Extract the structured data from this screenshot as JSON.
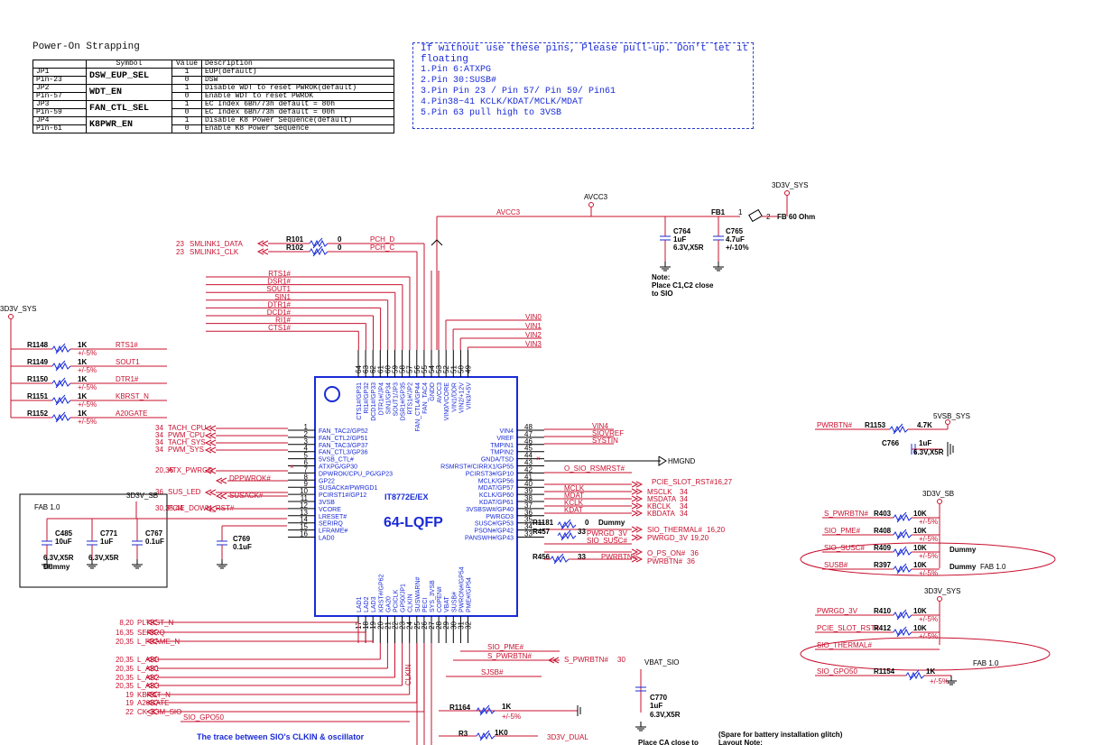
{
  "strapping": {
    "title": "Power-On Strapping",
    "headers": [
      "",
      "Symbol",
      "Value",
      "Description"
    ],
    "rows": [
      {
        "jp": "JP1",
        "pin": "Pin-23",
        "symbol": "DSW_EUP_SEL",
        "v1": "1",
        "d1": "EUP(default)",
        "v2": "0",
        "d2": "DSW"
      },
      {
        "jp": "JP2",
        "pin": "Pin-57",
        "symbol": "WDT_EN",
        "v1": "1",
        "d1": "Disable WDT to reset PWROK(default)",
        "v2": "0",
        "d2": "Enable WDT to reset PWROK"
      },
      {
        "jp": "JP3",
        "pin": "Pin-59",
        "symbol": "FAN_CTL_SEL",
        "v1": "1",
        "d1": "EC Index 6Bh/73h default = 80h",
        "v2": "0",
        "d2": "EC Index 6Bh/73h default = 00h"
      },
      {
        "jp": "JP4",
        "pin": "Pin-61",
        "symbol": "K8PWR_EN",
        "v1": "1",
        "d1": "Disable K8 Power Sequence(default)",
        "v2": "0",
        "d2": "Enable K8 Power Sequence"
      }
    ]
  },
  "note": {
    "head": "If without use these pins, Please pull-up. Don't let it floating",
    "lines": [
      "1.Pin 6:ATXPG",
      "2.Pin 30:SUSB#",
      "3.Pin Pin 23 / Pin 57/ Pin 59/ Pin61",
      "4.Pin38~41 KCLK/KDAT/MCLK/MDAT",
      "5.Pin 63 pull high to 3VSB"
    ]
  },
  "chip": {
    "part": "IT8772E/EX",
    "package": "64-LQFP",
    "left_pins": [
      {
        "n": "1",
        "name": "FAN_TAC2/GP52"
      },
      {
        "n": "2",
        "name": "FAN_CTL2/GP51"
      },
      {
        "n": "3",
        "name": "FAN_TAC3/GP37"
      },
      {
        "n": "4",
        "name": "FAN_CTL3/GP36"
      },
      {
        "n": "5",
        "name": "5VSB_CTL#"
      },
      {
        "n": "6",
        "name": "ATXPG/GP30"
      },
      {
        "n": "7",
        "name": "DPWROK/CPU_PG/GP23"
      },
      {
        "n": "8",
        "name": "GP22"
      },
      {
        "n": "9",
        "name": "SUSACK#/PWRGD1"
      },
      {
        "n": "10",
        "name": "PCIRST1#/GP12"
      },
      {
        "n": "11",
        "name": "3VSB"
      },
      {
        "n": "12",
        "name": "VCORE"
      },
      {
        "n": "13",
        "name": "LRESET#"
      },
      {
        "n": "14",
        "name": "SERIRQ"
      },
      {
        "n": "15",
        "name": "LFRAME#"
      },
      {
        "n": "16",
        "name": "LAD0"
      }
    ],
    "right_pins": [
      {
        "n": "48",
        "name": "VIN4"
      },
      {
        "n": "47",
        "name": "VREF"
      },
      {
        "n": "46",
        "name": "TMPIN1"
      },
      {
        "n": "45",
        "name": "TMPIN2"
      },
      {
        "n": "44",
        "name": "GNDA/TSD"
      },
      {
        "n": "43",
        "name": "RSMRST#/CIRRX1/GP55"
      },
      {
        "n": "42",
        "name": "PCIRST3#/GP10"
      },
      {
        "n": "41",
        "name": "MCLK/GP56"
      },
      {
        "n": "40",
        "name": "MDAT/GP57"
      },
      {
        "n": "39",
        "name": "KCLK/GP60"
      },
      {
        "n": "38",
        "name": "KDAT/GP61"
      },
      {
        "n": "37",
        "name": "3VSBSW#/GP40"
      },
      {
        "n": "36",
        "name": "PWRGD3"
      },
      {
        "n": "35",
        "name": "SUSC#/GP53"
      },
      {
        "n": "34",
        "name": "PSON#/GP42"
      },
      {
        "n": "33",
        "name": "PANSWH#/GP43"
      }
    ],
    "top_pins": [
      {
        "n": "64",
        "name": "CTS1#/GP31"
      },
      {
        "n": "63",
        "name": "RI1#/GP32"
      },
      {
        "n": "62",
        "name": "DCD1#/GP33"
      },
      {
        "n": "61",
        "name": "DTR1#/JP4"
      },
      {
        "n": "60",
        "name": "SIN1/GP34"
      },
      {
        "n": "59",
        "name": "SOUT1/JP3"
      },
      {
        "n": "58",
        "name": "DSR1#/GP35"
      },
      {
        "n": "57",
        "name": "RTS1#/JP2"
      },
      {
        "n": "56",
        "name": "FAN_CTL4/GP44"
      },
      {
        "n": "55",
        "name": "FAN_TAC4"
      },
      {
        "n": "54",
        "name": "GNDD"
      },
      {
        "n": "53",
        "name": "AVCC3"
      },
      {
        "n": "52",
        "name": "VIN0/VCORE"
      },
      {
        "n": "51",
        "name": "VIN1/DDR"
      },
      {
        "n": "50",
        "name": "VIN2/+12V"
      },
      {
        "n": "49",
        "name": "VIN3/+5V"
      }
    ],
    "bottom_pins": [
      {
        "n": "17",
        "name": "LAD1"
      },
      {
        "n": "18",
        "name": "LAD2"
      },
      {
        "n": "19",
        "name": "LAD3"
      },
      {
        "n": "20",
        "name": "KRST#/GP62"
      },
      {
        "n": "21",
        "name": "GA20"
      },
      {
        "n": "22",
        "name": "PCICLK"
      },
      {
        "n": "23",
        "name": "GP50/JP1"
      },
      {
        "n": "24",
        "name": "CLKIN"
      },
      {
        "n": "25",
        "name": "SUSWARN#"
      },
      {
        "n": "26",
        "name": "PECI"
      },
      {
        "n": "27",
        "name": "SYS_3VSB"
      },
      {
        "n": "28",
        "name": "COPEN#"
      },
      {
        "n": "29",
        "name": "VBAT"
      },
      {
        "n": "30",
        "name": "SUSB#"
      },
      {
        "n": "31",
        "name": "PWRON#/GP54"
      },
      {
        "n": "32",
        "name": "PME#/GP54"
      }
    ]
  },
  "labels": {
    "avcc3_top": "AVCC3",
    "avcc3_net": "AVCC3",
    "fb1": "FB1",
    "fb1_pins": "1",
    "fb1_pin2": "2",
    "fb_val": "FB 60 Ohm",
    "pwr_3d3v_sys": "3D3V_SYS",
    "c764": "C764",
    "c764_val": "1uF",
    "c764_spec": "6.3V,X5R",
    "c765": "C765",
    "c765_val": "4.7uF",
    "c765_tol": "+/-10%",
    "note_place": "Note:",
    "note_place2": "Place C1,C2 close",
    "note_place3": "to SIO",
    "smlink1_data": "SMLINK1_DATA",
    "smlink1_clk": "SMLINK1_CLK",
    "smlink_ref": "23",
    "r101": "R101",
    "r102": "R102",
    "r_zero": "0",
    "pch_d": "PCH_D",
    "pch_c": "PCH_C",
    "rts1": "RTS1#",
    "dsr1": "DSR1#",
    "sout1": "SOUT1",
    "sin1": "SIN1",
    "dtr1": "DTR1#",
    "dcd1": "DCD1#",
    "ri1": "RI1#",
    "cts1": "CTS1#",
    "vin0": "VIN0",
    "vin1": "VIN1",
    "vin2": "VIN2",
    "vin3": "VIN3",
    "left_3d3v": "3D3V_SYS",
    "pullups": [
      {
        "ref": "R1148",
        "val": "1K",
        "tol": "+/-5%",
        "net": "RTS1#"
      },
      {
        "ref": "R1149",
        "val": "1K",
        "tol": "+/-5%",
        "net": "SOUT1"
      },
      {
        "ref": "R1150",
        "val": "1K",
        "tol": "+/-5%",
        "net": "DTR1#"
      },
      {
        "ref": "R1151",
        "val": "1K",
        "tol": "+/-5%",
        "net": "KBRST_N"
      },
      {
        "ref": "R1152",
        "val": "1K",
        "tol": "+/-5%",
        "net": "A20GATE"
      }
    ],
    "left_nets": [
      {
        "ref": "34",
        "net": "TACH_CPU"
      },
      {
        "ref": "34",
        "net": "PWM_CPU"
      },
      {
        "ref": "34",
        "net": "TACH_SYS"
      },
      {
        "ref": "34",
        "net": "PWM_SYS"
      },
      {
        "ref": "20,36",
        "net": "ATX_PWRGD"
      },
      {
        "ref": "36",
        "net": "SUS_LED"
      },
      {
        "ref": "30,35,44",
        "net": "PCIE_DOWN_RST#"
      }
    ],
    "dpwrok": "DPPWROK#",
    "susack": "SUSACK#",
    "fab_label": "FAB 1.0",
    "fab_pwr": "3D3V_SB",
    "c485": "C485",
    "c485_val": "10uF",
    "c485_spec": "6.3V,X5R",
    "c485_dummy": "Dummy",
    "c771": "C771",
    "c771_val": "1uF",
    "c771_spec": "6.3V,X5R",
    "c767": "C767",
    "c767_val": "0.1uF",
    "c769": "C769",
    "c769_val": "0.1uF",
    "right_nets": [
      {
        "net": "VIN4"
      },
      {
        "net": "SIOVREF"
      },
      {
        "net": "SYSTIN"
      }
    ],
    "hmgnd": "HMGND",
    "o_sio_rsmrst": "O_SIO_RSMRST#",
    "pcie_slot_rst": "PCIE_SLOT_RST#",
    "pcie_slot_ref": "16,27",
    "mclk": "MCLK",
    "mdat": "MDAT",
    "kclk": "KCLK",
    "kdat": "KDAT",
    "msclk": "MSCLK",
    "msdata": "MSDATA",
    "kbclk": "KBCLK",
    "kbdata": "KBDATA",
    "ps2_ref": "34",
    "r1181": "R1181",
    "r1181_val": "0",
    "dummy": "Dummy",
    "sio_thermal": "SIO_THERMAL#",
    "sio_thermal_ref": "16,20",
    "r457": "R457",
    "r_33": "33",
    "pwrgd_3v": "PWRGD_3V",
    "pwrgd_ref": "19,20",
    "sio_susc": "SIO_SUSC#",
    "o_ps_on": "O_PS_ON#",
    "o_ps_ref": "36",
    "r456": "R456",
    "pwrbtn": "PWRBTN#",
    "pwrbtn_ref": "36",
    "bottom_left_nets": [
      {
        "ref": "8,20",
        "net": "PLTRST_N"
      },
      {
        "ref": "16,35",
        "net": "SERIRQ"
      },
      {
        "ref": "20,35",
        "net": "L_FRAME_N"
      },
      {
        "ref": "20,35",
        "net": "L_AD0"
      },
      {
        "ref": "20,35",
        "net": "L_AD1"
      },
      {
        "ref": "20,35",
        "net": "L_AD2"
      },
      {
        "ref": "20,35",
        "net": "L_AD3"
      },
      {
        "ref": "19",
        "net": "KBRST_N"
      },
      {
        "ref": "19",
        "net": "A20GATE"
      },
      {
        "ref": "22",
        "net": "CK_33M_SIO"
      }
    ],
    "sio_gpo50": "SIO_GPO50",
    "clkin": "CLKIN",
    "sio_pme": "SIO_PME#",
    "s_pwrbtn": "S_PWRBTN#",
    "s_pwrbtn2": "S_PWRBTN#",
    "s_pwrbtn_ref": "30",
    "sjsb": "SJSB#",
    "vbat_sio": "VBAT_SIO",
    "r1164": "R1164",
    "r1164_val": "1K",
    "r1164_tol": "+/-5%",
    "c770": "C770",
    "c770_val": "1uF",
    "c770_spec": "6.3V,X5R",
    "r3": "R3",
    "r3_val": "1K0",
    "dual": "3D3V_DUAL",
    "trace_note": "The trace between SIO's CLKIN & oscillator",
    "place_ca": "Place CA close to",
    "spare_note": "(Spare for battery installation glitch)",
    "layout_note": "Layout Note:",
    "pwrbtn_r": "PWRBTN#",
    "r1153": "R1153",
    "r1153_val": "4.7K",
    "p5vsb": "5VSB_SYS",
    "c766": "C766",
    "c766_val": "1uF",
    "c766_spec": "6.3V,X5R",
    "sb_pwr": "3D3V_SB",
    "sb_pulls": [
      {
        "net": "S_PWRBTN#",
        "ref": "R403",
        "val": "10K",
        "tol": "+/-5%"
      },
      {
        "net": "SIO_PME#",
        "ref": "R408",
        "val": "10K",
        "tol": "+/-5%"
      },
      {
        "net": "SIO_SUSC#",
        "ref": "R409",
        "val": "10K",
        "tol": "+/-5%"
      },
      {
        "net": "SUSB#",
        "ref": "R397",
        "val": "10K",
        "tol": "+/-5%"
      }
    ],
    "dummy_r": "Dummy",
    "dummy_fab": "Dummy",
    "fab_right": "FAB 1.0",
    "sys_pwr2": "3D3V_SYS",
    "sys_pulls": [
      {
        "net": "PWRGD_3V",
        "ref": "R410",
        "val": "10K",
        "tol": "+/-5%"
      },
      {
        "net": "PCIE_SLOT_RST#",
        "ref": "R412",
        "val": "10K",
        "tol": "+/-5%"
      },
      {
        "net": "SIO_THERMAL#",
        "ref": "",
        "val": "",
        "tol": ""
      }
    ],
    "fab_right2": "FAB 1.0",
    "sio_gpo50_r": "SIO_GPO50",
    "r1154": "R1154",
    "r1154_val": "1K",
    "r1154_tol": "+/-5%"
  },
  "colors": {
    "wire": "#c8102e",
    "chip": "#1a2bd6",
    "ink": "#000000",
    "ellipse": "#c8102e"
  }
}
